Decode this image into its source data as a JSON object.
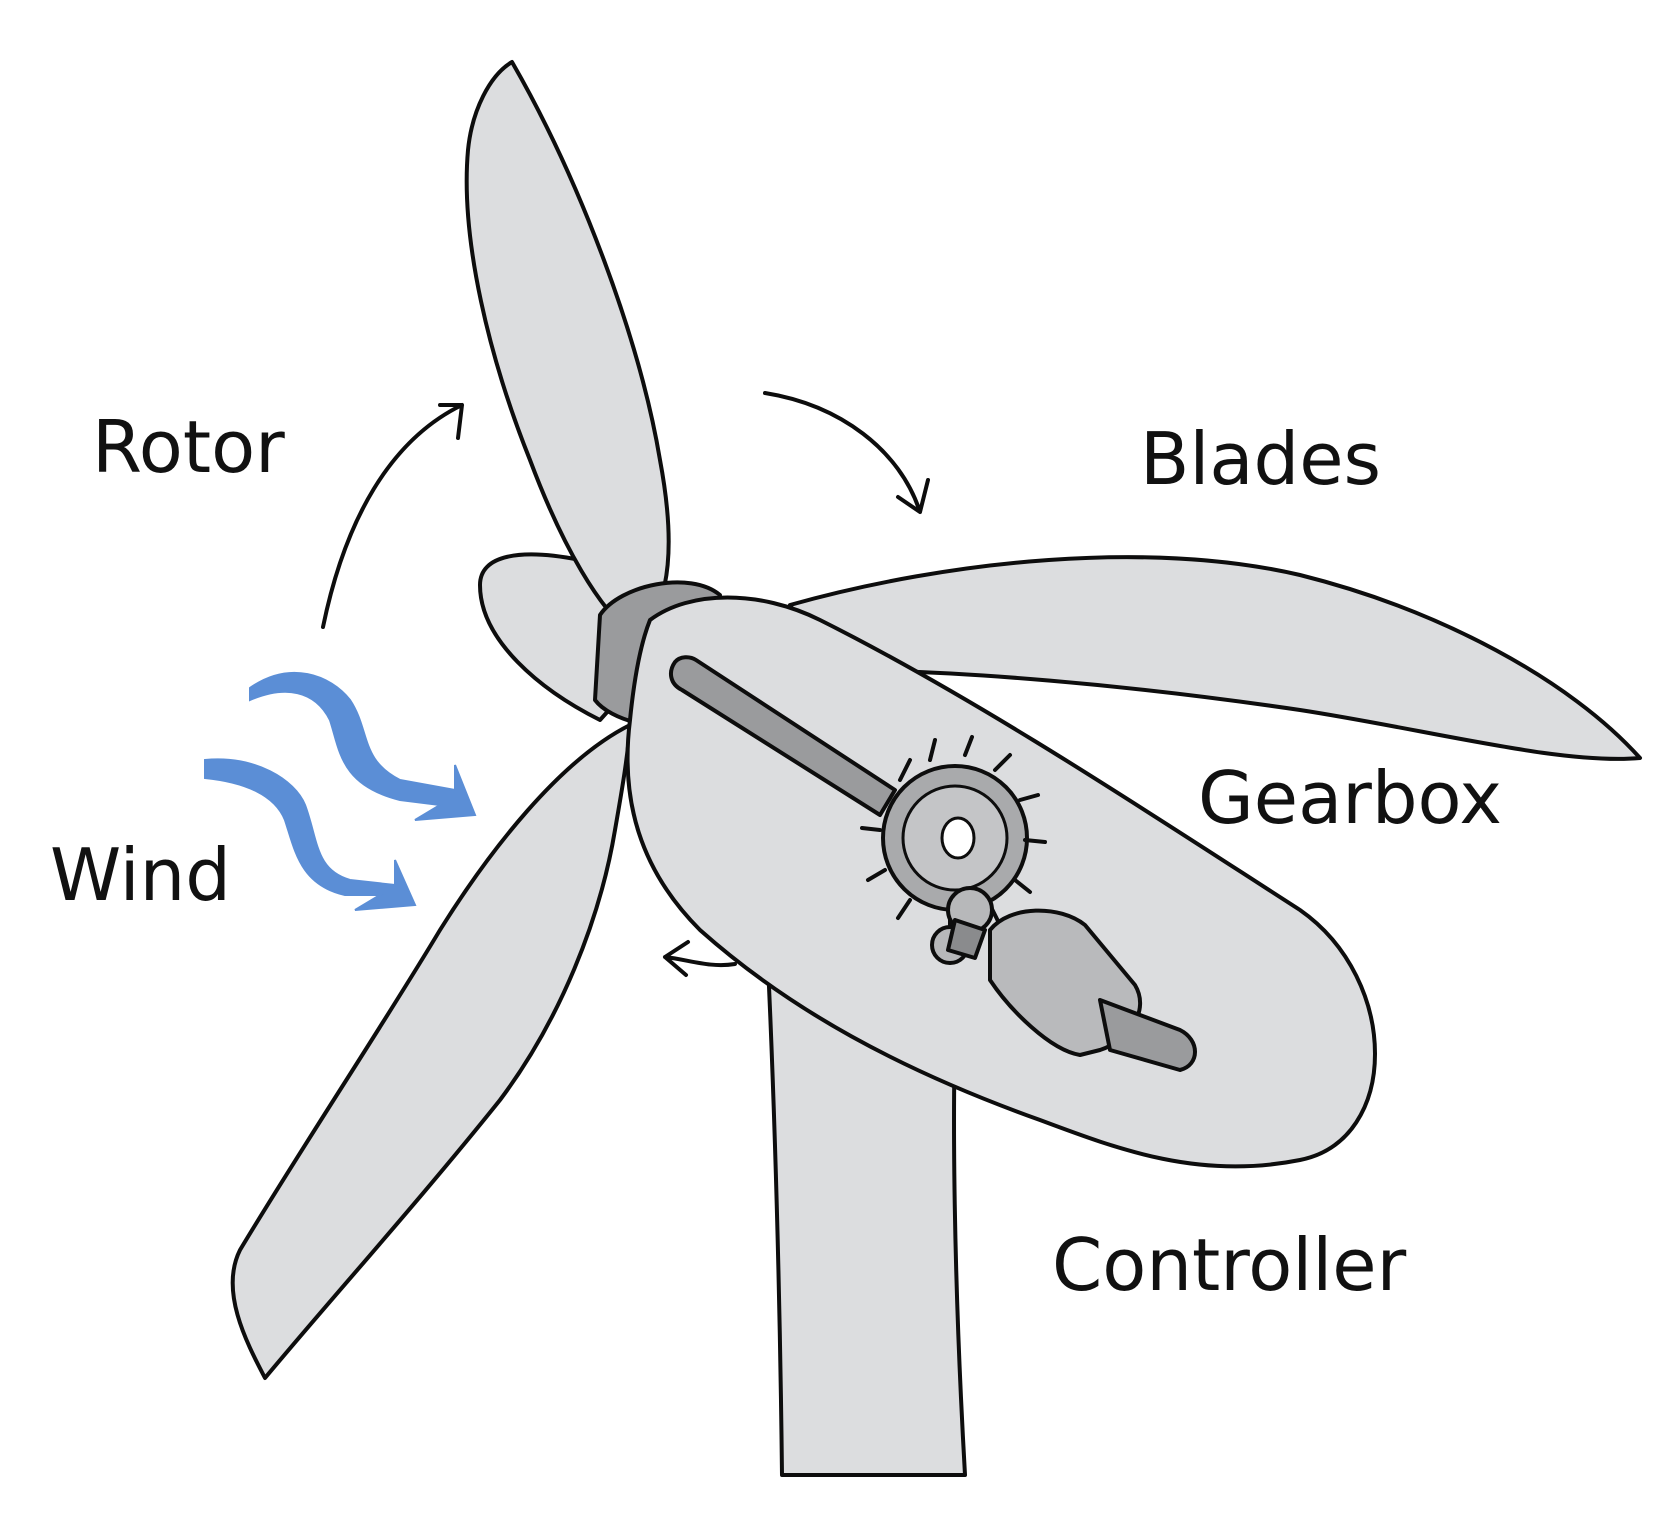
{
  "labels": {
    "rotor": "Rotor",
    "blades": "Blades",
    "gearbox": "Gearbox",
    "wind": "Wind",
    "controller": "Controller"
  },
  "colors": {
    "fill": "#dcdddf",
    "shadow": "#c9cacc",
    "metal": "#9a9b9d",
    "metal_dark": "#7d7e80",
    "wind": "#5b8ed6",
    "ink": "#0d0d0d"
  }
}
